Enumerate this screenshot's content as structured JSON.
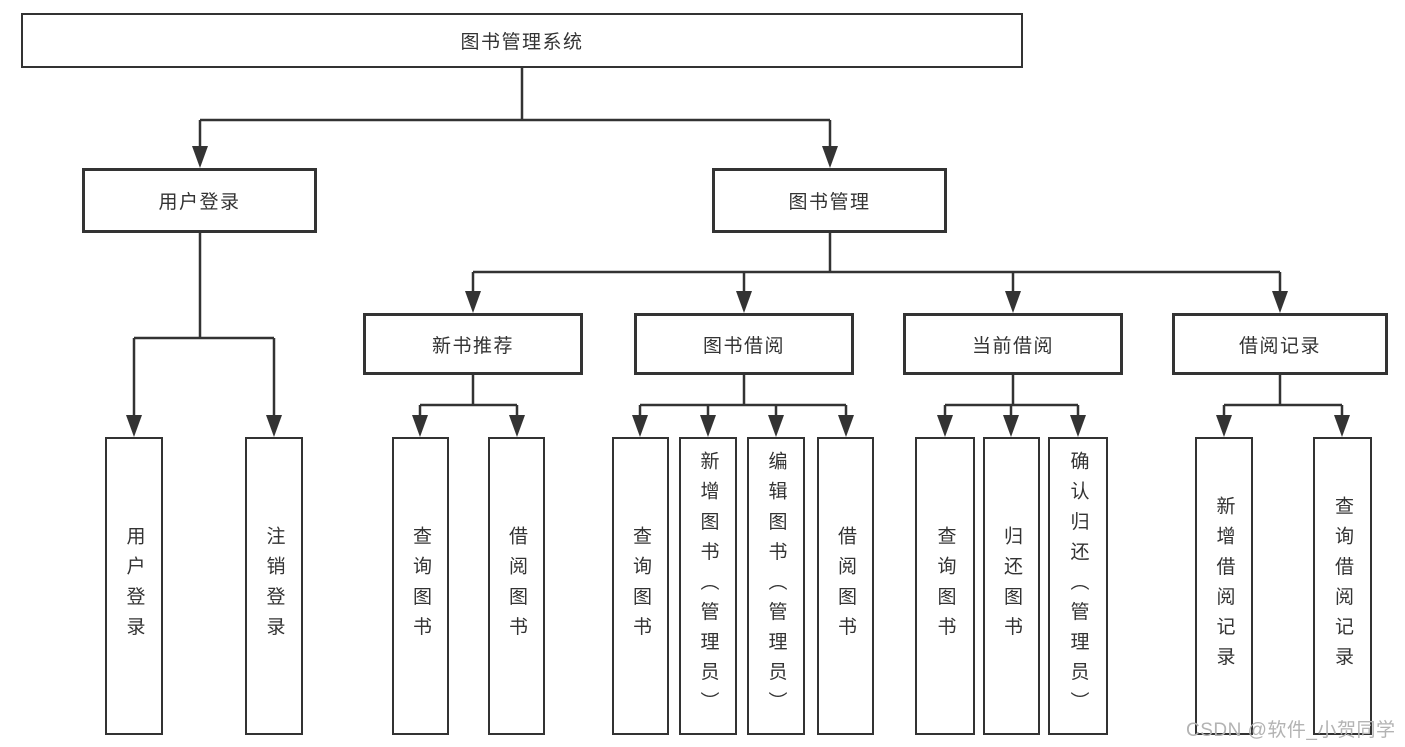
{
  "diagram": {
    "title": "图书管理系统",
    "branches": [
      {
        "label": "用户登录",
        "children": [
          {
            "label": "用户登录"
          },
          {
            "label": "注销登录"
          }
        ]
      },
      {
        "label": "图书管理",
        "children": [
          {
            "label": "新书推荐",
            "children": [
              {
                "label": "查询图书"
              },
              {
                "label": "借阅图书"
              }
            ]
          },
          {
            "label": "图书借阅",
            "children": [
              {
                "label": "查询图书"
              },
              {
                "label": "新增图书（管理员）"
              },
              {
                "label": "编辑图书（管理员）"
              },
              {
                "label": "借阅图书"
              }
            ]
          },
          {
            "label": "当前借阅",
            "children": [
              {
                "label": "查询图书"
              },
              {
                "label": "归还图书"
              },
              {
                "label": "确认归还（管理员）"
              }
            ]
          },
          {
            "label": "借阅记录",
            "children": [
              {
                "label": "新增借阅记录"
              },
              {
                "label": "查询借阅记录"
              }
            ]
          }
        ]
      }
    ]
  },
  "watermark": "CSDN @软件_小贺同学",
  "colors": {
    "line": "#333333",
    "text": "#333333",
    "wm": "#b3b3b3",
    "bg": "#ffffff"
  }
}
